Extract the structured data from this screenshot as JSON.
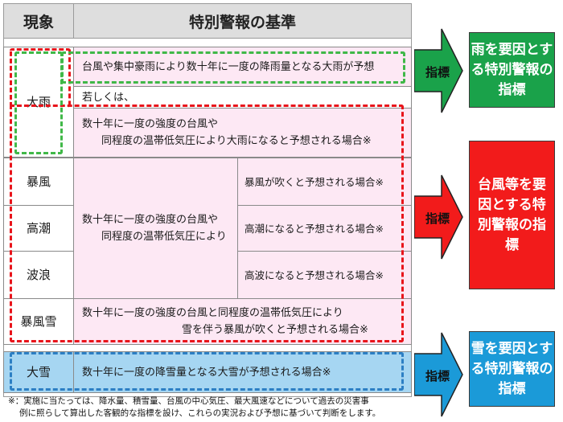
{
  "header": {
    "col1": "現象",
    "col2": "特別警報の基準"
  },
  "rain": {
    "label": "大雨",
    "line_typhoon": "台風や集中豪雨により数十年に一度の降雨量となる大雨が予想",
    "or_text": "若しくは、",
    "once_line1": "数十年に一度の強度の台風や",
    "once_line2": "同程度の温帯低気圧により大雨になると予想される場合※"
  },
  "wind_group": {
    "common_line1": "数十年に一度の強度の台風や",
    "common_line2": "同程度の温帯低気圧により",
    "rows": [
      {
        "label": "暴風",
        "text": "暴風が吹くと予想される場合※"
      },
      {
        "label": "高潮",
        "text": "高潮になると予想される場合※"
      },
      {
        "label": "波浪",
        "text": "高波になると予想される場合※"
      }
    ]
  },
  "snowstorm": {
    "label": "暴風雪",
    "line1": "数十年に一度の強度の台風と同程度の温帯低気圧により",
    "line2": "雪を伴う暴風が吹くと予想される場合※"
  },
  "snow": {
    "label": "大雪",
    "text": "数十年に一度の降雪量となる大雪が予想される場合※"
  },
  "arrows": {
    "label": "指標"
  },
  "boxes": {
    "rain": "雨を要因とする特別警報の指標",
    "typhoon": "台風等を要因とする特別警報の指標",
    "snow": "雪を要因とする特別警報の指標"
  },
  "footnote": {
    "line1": "※：実施に当たっては、降水量、積雪量、台風の中心気圧、最大風速などについて過去の災害事",
    "line2": "例に照らして算出した客観的な指標を設け、これらの実況および予想に基づいて判断をします。"
  },
  "colors": {
    "green": "#1aa24a",
    "red": "#f21b1b",
    "blue": "#1b9ad8",
    "pink_bg": "#fde8f4",
    "snow_bg": "#a6d6f2"
  }
}
